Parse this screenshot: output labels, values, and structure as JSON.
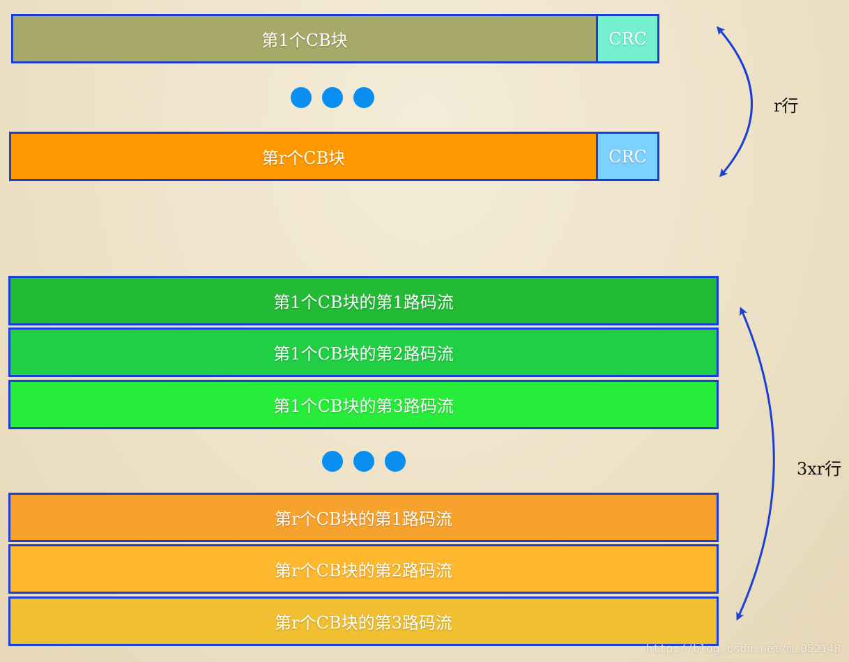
{
  "top_group": {
    "rows": [
      {
        "label": "第1个CB块",
        "crc": "CRC",
        "color": "#a6a967",
        "crc_color": "#74f0d0"
      },
      {
        "label": "第r个CB块",
        "crc": "CRC",
        "color": "#ff9800",
        "crc_color": "#7dd1ff"
      }
    ],
    "ellipsis_color": "#0a8ef0",
    "span_label": "r行"
  },
  "bottom_group": {
    "rows": [
      {
        "label": "第1个CB块的第1路码流",
        "color": "#23bb36"
      },
      {
        "label": "第1个CB块的第2路码流",
        "color": "#21cf45"
      },
      {
        "label": "第1个CB块的第3路码流",
        "color": "#28ec3a"
      },
      {
        "label": "第r个CB块的第1路码流",
        "color": "#f8a22e"
      },
      {
        "label": "第r个CB块的第2路码流",
        "color": "#fdb82e"
      },
      {
        "label": "第r个CB块的第3路码流",
        "color": "#f0c032"
      }
    ],
    "span_label": "3xr行"
  },
  "arrow_color": "#1a3fd6",
  "border_color": "#1a3fd6",
  "watermark": "http://blog.csdn.net/m_052148"
}
